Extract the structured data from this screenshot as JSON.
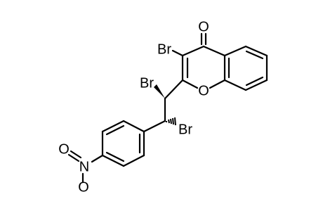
{
  "structure": {
    "atoms": {
      "carbonyl_oxygen": "O",
      "ring_oxygen": "O",
      "bromine_3": "Br",
      "bromine_alpha": "Br",
      "bromine_beta": "Br",
      "nitro_nitrogen": "N",
      "nitro_oxygen_top": "O",
      "nitro_oxygen_bottom": "O"
    },
    "colors": {
      "ink": "#000000",
      "background": "#ffffff"
    }
  }
}
